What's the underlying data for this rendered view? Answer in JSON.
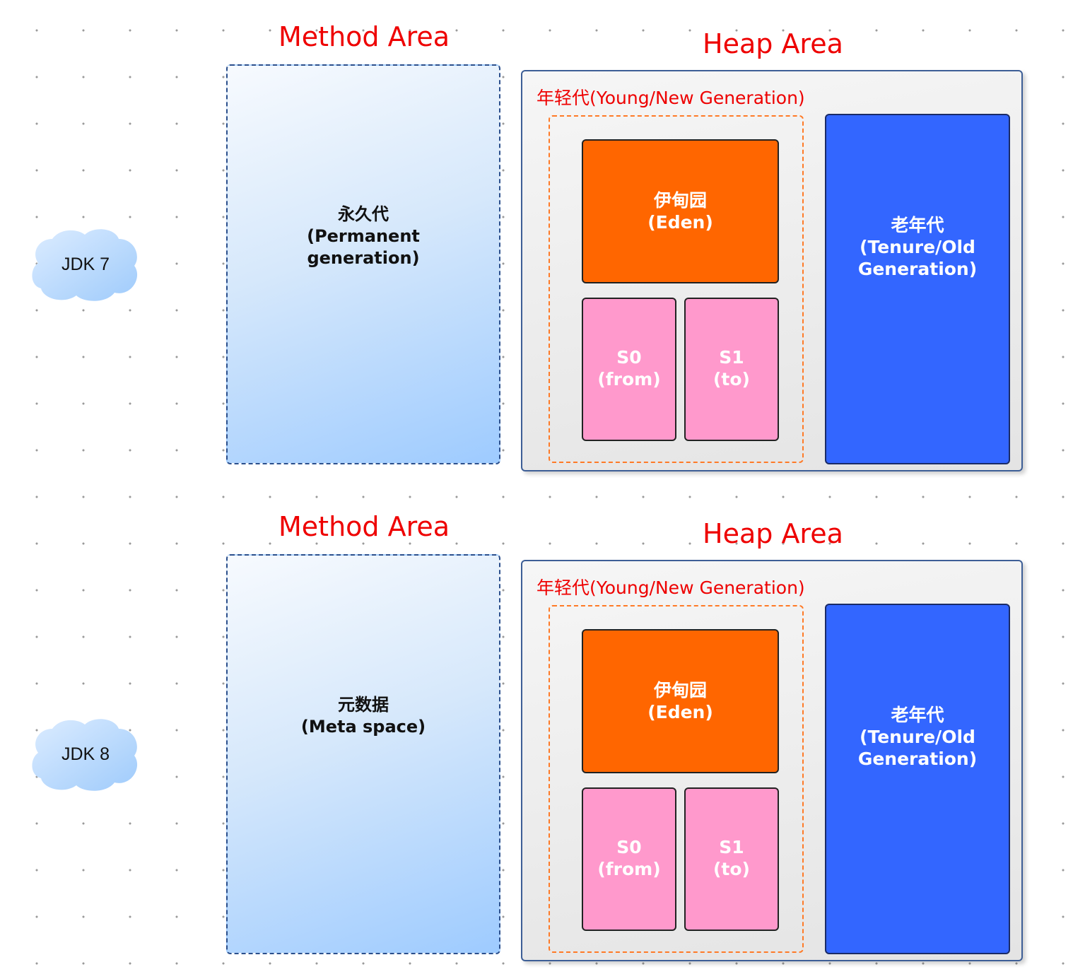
{
  "diagram": {
    "rows": [
      {
        "jdk": "JDK 7",
        "method_area_title": "Method Area",
        "heap_area_title": "Heap Area",
        "method_line1": "永久代",
        "method_line2": "(Permanent",
        "method_line3": "generation)",
        "young_label": "年轻代(Young/New Generation)",
        "eden_line1": "伊甸园",
        "eden_line2": "(Eden)",
        "s0_line1": "S0",
        "s0_line2": "(from)",
        "s1_line1": "S1",
        "s1_line2": "(to)",
        "old_line1": "老年代",
        "old_line2": "(Tenure/Old",
        "old_line3": "Generation)"
      },
      {
        "jdk": "JDK 8",
        "method_area_title": "Method Area",
        "heap_area_title": "Heap Area",
        "method_line1": "元数据",
        "method_line2": "(Meta space)",
        "young_label": "年轻代(Young/New Generation)",
        "eden_line1": "伊甸园",
        "eden_line2": "(Eden)",
        "s0_line1": "S0",
        "s0_line2": "(from)",
        "s1_line1": "S1",
        "s1_line2": "(to)",
        "old_line1": "老年代",
        "old_line2": "(Tenure/Old",
        "old_line3": "Generation)"
      }
    ]
  },
  "colors": {
    "title_red": "#ee0000",
    "eden_orange": "#ff6600",
    "survivor_pink": "#ff99cc",
    "old_blue": "#3366ff",
    "method_blue": "#9ecbff",
    "cloud_blue": "#b6d8ff"
  }
}
